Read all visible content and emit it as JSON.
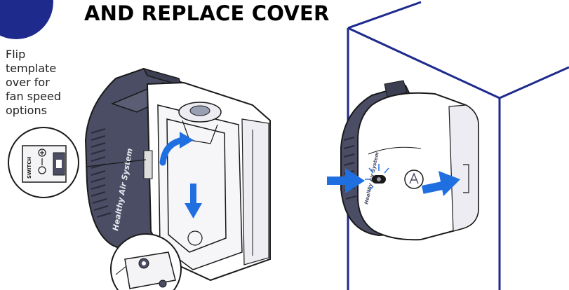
{
  "heading": "AND REPLACE COVER",
  "instruction_note": "Flip\ntemplate\nover for\nfan speed\noptions",
  "colors": {
    "brand_navy": "#1e2a8c",
    "device_dark": "#4a4d63",
    "outline": "#1a1a1a",
    "arrow_blue": "#1f6fe0",
    "highlight_blue": "#2f7be8"
  },
  "icons": {
    "step_badge": "circle-step-number",
    "switch_detail": "magnifier-callout",
    "screw_detail": "magnifier-callout",
    "arrows": [
      "rotate-arrow",
      "down-arrow",
      "push-arrow-left",
      "push-arrow-right"
    ]
  },
  "device_branding": {
    "product_name": "Healthy Air System",
    "switch_label": "SWITCH"
  }
}
